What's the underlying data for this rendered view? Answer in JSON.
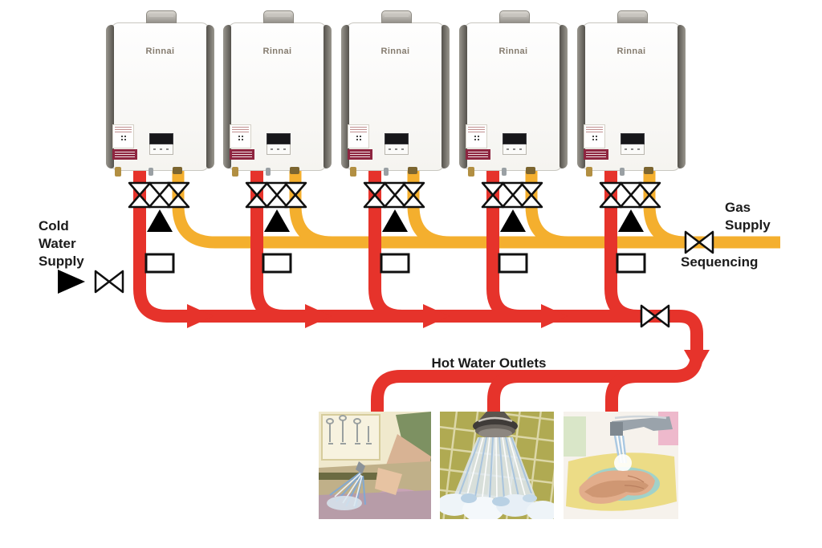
{
  "units": {
    "count": 5,
    "brand": "Rinnai"
  },
  "labels": {
    "cold_water_supply": [
      "Cold",
      "Water",
      "Supply"
    ],
    "gas_supply": [
      "Gas",
      "Supply"
    ],
    "sequencing": "Sequencing",
    "hot_water_outlets": "Hot Water Outlets"
  },
  "colors": {
    "hot_water": "#e6332b",
    "cold_water": "#2e74b9",
    "gas": "#f4af2e",
    "text": "#1b1b1b"
  },
  "symbols": {
    "shutoff_valve": "bowtie-valve-icon",
    "check_valve": "white-box-valve-icon",
    "flow_arrow": "flow-arrow-icon"
  },
  "photos": [
    {
      "name": "dish-spraying"
    },
    {
      "name": "shower"
    },
    {
      "name": "hand-washing"
    }
  ]
}
